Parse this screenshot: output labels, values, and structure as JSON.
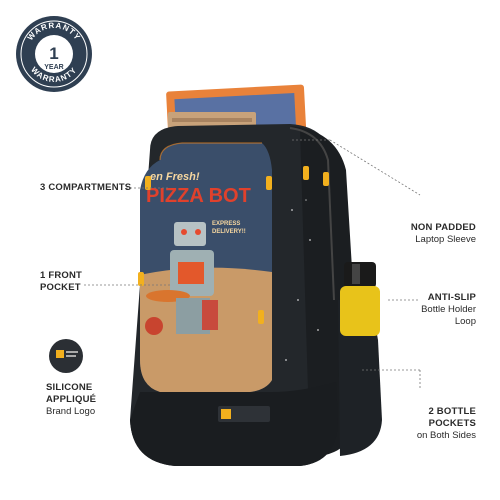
{
  "badge": {
    "top_text": "WARRANTY",
    "bottom_text": "WARRANTY",
    "number": "1",
    "unit": "YEAR"
  },
  "labels": {
    "compartments": {
      "title": "3 COMPARTMENTS"
    },
    "front_pocket": {
      "title": "1 FRONT",
      "title2": "POCKET"
    },
    "silicone": {
      "title": "SILICONE",
      "title2": "APPLIQUÉ",
      "sub": "Brand Logo"
    },
    "non_padded": {
      "title": "NON PADDED",
      "sub": "Laptop Sleeve"
    },
    "anti_slip": {
      "title": "ANTI-SLIP",
      "sub": "Bottle Holder",
      "sub2": "Loop"
    },
    "bottle_pockets": {
      "title": "2 BOTTLE",
      "title2": "POCKETS",
      "sub": "on Both Sides"
    }
  },
  "print": {
    "line1": "en Fresh!",
    "line2": "PIZZA BOT",
    "tag1": "EXPRESS",
    "tag2": "DELIVERY!!"
  },
  "colors": {
    "bag_dark": "#23272b",
    "panel_blue": "#3a4e6a",
    "accent_orange": "#f08a24",
    "zipper_yellow": "#f2b01e",
    "bottle_yellow": "#e8c31a",
    "book_orange": "#e9823a",
    "book_blue": "#3f6fb6"
  }
}
